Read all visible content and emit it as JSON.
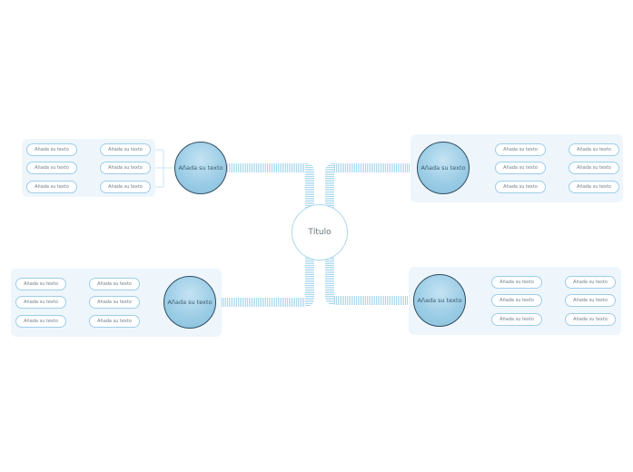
{
  "center": {
    "label": "Título"
  },
  "branches": [
    {
      "hub": "Añada su texto",
      "inner": [
        "Añada su texto",
        "Añada su texto",
        "Añada su texto"
      ],
      "outer": [
        "Añada su texto",
        "Añada su texto",
        "Añada su texto"
      ]
    },
    {
      "hub": "Añada su texto",
      "inner": [
        "Añada su texto",
        "Añada su texto",
        "Añada su texto"
      ],
      "outer": [
        "Añada su texto",
        "Añada su texto",
        "Añada su texto"
      ]
    },
    {
      "hub": "Añada su texto",
      "inner": [
        "Añada su texto",
        "Añada su texto",
        "Añada su texto"
      ],
      "outer": [
        "Añada su texto",
        "Añada su texto",
        "Añada su texto"
      ]
    },
    {
      "hub": "Añada su texto",
      "inner": [
        "Añada su texto",
        "Añada su texto",
        "Añada su texto"
      ],
      "outer": [
        "Añada su texto",
        "Añada su texto",
        "Añada su texto"
      ]
    }
  ],
  "colors": {
    "connector": "#a9d7ee",
    "panel": "#eef6fc",
    "hub_fill": "#9ccde6",
    "hub_border": "#2f4d60",
    "pill_border": "#9fcde9"
  }
}
